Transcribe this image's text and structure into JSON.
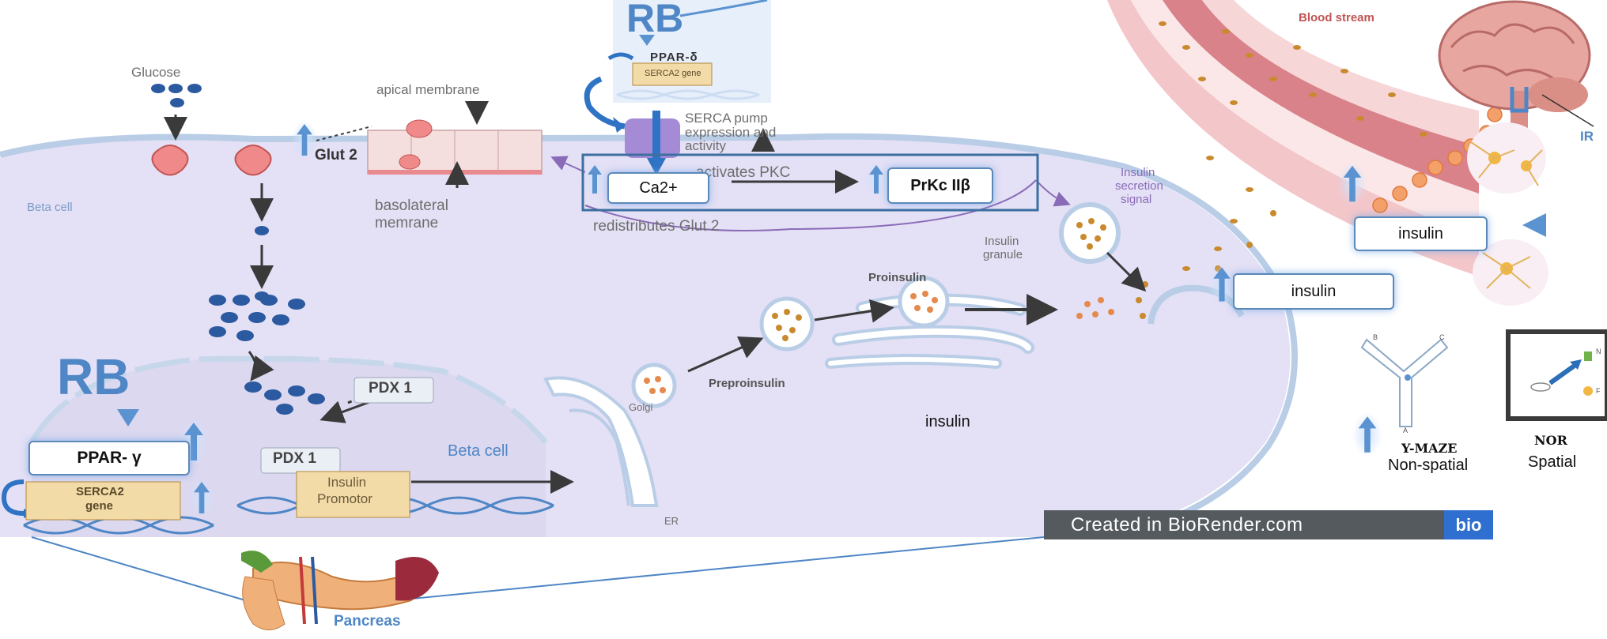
{
  "labels": {
    "glucose": "Glucose",
    "apical_membrane": "apical membrane",
    "glut2": "Glut 2",
    "basolateral_membrane_1": "basolateral",
    "basolateral_membrane_2": "memrane",
    "beta_cell_top": "Beta cell",
    "beta_cell_center": "Beta cell",
    "rb_top": "RB",
    "rb_left": "RB",
    "ppar_delta": "PPAR-δ",
    "serca2_gene_top": "SERCA2 gene",
    "serca_pump_1": "SERCA pump",
    "serca_pump_2": "expression and",
    "serca_pump_3": "activity",
    "activates_pkc": "activates PKC",
    "ca2": "Ca2+",
    "prkc": "PrKc IIβ",
    "redistributes_glut2": "redistributes Glut 2",
    "insulin_secretion_1": "Insulin",
    "insulin_secretion_2": "secretion",
    "insulin_secretion_3": "signal",
    "insulin_granule_1": "Insulin",
    "insulin_granule_2": "granule",
    "proinsulin": "Proinsulin",
    "preproinsulin": "Preproinsulin",
    "golgi": "Golgi",
    "er": "ER",
    "pdx1_upper": "PDX 1",
    "pdx1_lower": "PDX 1",
    "insulin_promotor_1": "Insulin",
    "insulin_promotor_2": "Promotor",
    "ppar_gamma": "PPAR- γ",
    "serca2_gene_left_1": "SERCA2",
    "serca2_gene_left_2": "gene",
    "insulin_center": "insulin",
    "insulin_box_mid": "insulin",
    "insulin_box_top": "insulin",
    "blood_stream": "Blood stream",
    "ir": "IR",
    "ymaze_title": "Y-MAZE",
    "ymaze_sub": "Non-spatial",
    "nor_title": "NOR",
    "nor_sub": "Spatial",
    "pancreas": "Pancreas",
    "maze_a": "A",
    "maze_b": "B",
    "maze_c": "C",
    "nor_n": "N",
    "nor_f": "F"
  },
  "watermark": {
    "text": "Created in BioRender.com",
    "logo": "bio"
  },
  "colors": {
    "cell_fill": "#e4e0f5",
    "cell_border": "#b9cde6",
    "accent_blue": "#4f86c6",
    "glucose_blue": "#1f4b8c",
    "granule_orange": "#e58a4e",
    "vessel_red": "#d9828a",
    "banner_gray": "#555a5f",
    "biorender_blue": "#2f6fcf"
  },
  "icons": [
    "up-arrow-icon",
    "down-triangle-icon",
    "left-triangle-icon",
    "glut2-transporter-icon",
    "serca-pump-icon",
    "brain-icon",
    "neuron-icon",
    "pancreas-icon",
    "dna-icon"
  ]
}
